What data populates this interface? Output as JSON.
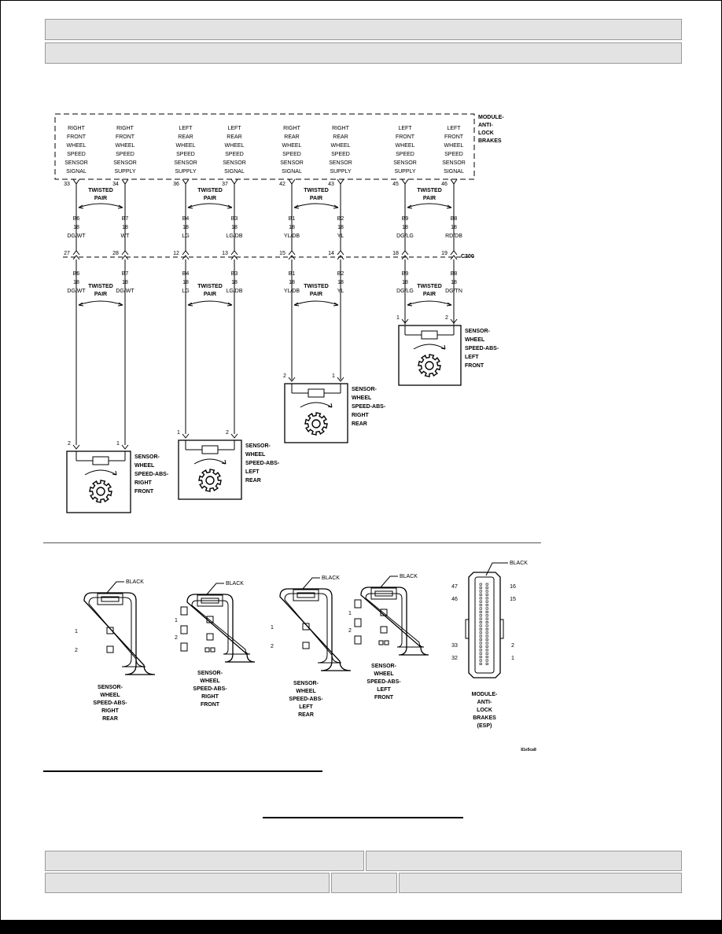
{
  "header": {
    "title": "",
    "subtitle": ""
  },
  "module": {
    "label": [
      "MODULE-",
      "ANTI-",
      "LOCK",
      "BRAKES"
    ],
    "circuits": [
      {
        "lines": [
          "RIGHT",
          "FRONT",
          "WHEEL",
          "SPEED",
          "SENSOR",
          "SIGNAL"
        ],
        "pin": "33"
      },
      {
        "lines": [
          "RIGHT",
          "FRONT",
          "WHEEL",
          "SPEED",
          "SENSOR",
          "SUPPLY"
        ],
        "pin": "34"
      },
      {
        "lines": [
          "LEFT",
          "REAR",
          "WHEEL",
          "SPEED",
          "SENSOR",
          "SUPPLY"
        ],
        "pin": "36"
      },
      {
        "lines": [
          "LEFT",
          "REAR",
          "WHEEL",
          "SPEED",
          "SENSOR",
          "SIGNAL"
        ],
        "pin": "37"
      },
      {
        "lines": [
          "RIGHT",
          "REAR",
          "WHEEL",
          "SPEED",
          "SENSOR",
          "SIGNAL"
        ],
        "pin": "42"
      },
      {
        "lines": [
          "RIGHT",
          "REAR",
          "WHEEL",
          "SPEED",
          "SENSOR",
          "SUPPLY"
        ],
        "pin": "43"
      },
      {
        "lines": [
          "LEFT",
          "FRONT",
          "WHEEL",
          "SPEED",
          "SENSOR",
          "SUPPLY"
        ],
        "pin": "45"
      },
      {
        "lines": [
          "LEFT",
          "FRONT",
          "WHEEL",
          "SPEED",
          "SENSOR",
          "SIGNAL"
        ],
        "pin": "46"
      }
    ]
  },
  "twisted_pair": [
    "TWISTED",
    "PAIR"
  ],
  "wires_upper": [
    {
      "code": "B6",
      "gauge": "18",
      "color": "DG/WT"
    },
    {
      "code": "B7",
      "gauge": "18",
      "color": "WT"
    },
    {
      "code": "B4",
      "gauge": "18",
      "color": "LG"
    },
    {
      "code": "B3",
      "gauge": "18",
      "color": "LG/DB"
    },
    {
      "code": "B1",
      "gauge": "18",
      "color": "YL/DB"
    },
    {
      "code": "B2",
      "gauge": "18",
      "color": "YL"
    },
    {
      "code": "B9",
      "gauge": "18",
      "color": "DG/LG"
    },
    {
      "code": "B8",
      "gauge": "18",
      "color": "RD/DB"
    }
  ],
  "c300": {
    "label": "C300",
    "pins": [
      "27",
      "28",
      "12",
      "13",
      "15",
      "14",
      "18",
      "19"
    ]
  },
  "wires_lower": [
    {
      "code": "B6",
      "gauge": "18",
      "color": "DG/WT"
    },
    {
      "code": "B7",
      "gauge": "18",
      "color": "DG/WT"
    },
    {
      "code": "B4",
      "gauge": "18",
      "color": "LG"
    },
    {
      "code": "B3",
      "gauge": "18",
      "color": "LG/DB"
    },
    {
      "code": "B1",
      "gauge": "18",
      "color": "YL/DB"
    },
    {
      "code": "B2",
      "gauge": "18",
      "color": "YL"
    },
    {
      "code": "B9",
      "gauge": "18",
      "color": "DG/LG"
    },
    {
      "code": "B8",
      "gauge": "18",
      "color": "DG/TN"
    }
  ],
  "sensors": [
    {
      "pins": [
        "2",
        "1"
      ],
      "label": [
        "SENSOR-",
        "WHEEL",
        "SPEED-ABS-",
        "RIGHT",
        "FRONT"
      ]
    },
    {
      "pins": [
        "1",
        "2"
      ],
      "label": [
        "SENSOR-",
        "WHEEL",
        "SPEED-ABS-",
        "LEFT",
        "REAR"
      ]
    },
    {
      "pins": [
        "2",
        "1"
      ],
      "label": [
        "SENSOR-",
        "WHEEL",
        "SPEED-ABS-",
        "RIGHT",
        "REAR"
      ]
    },
    {
      "pins": [
        "1",
        "2"
      ],
      "label": [
        "SENSOR-",
        "WHEEL",
        "SPEED-ABS-",
        "LEFT",
        "FRONT"
      ]
    }
  ],
  "connectors": [
    {
      "color": "BLACK",
      "pins": [
        "1",
        "2"
      ],
      "label": [
        "SENSOR-",
        "WHEEL",
        "SPEED-ABS-",
        "RIGHT",
        "REAR"
      ]
    },
    {
      "color": "BLACK",
      "pins": [
        "1",
        "2"
      ],
      "label": [
        "SENSOR-",
        "WHEEL",
        "SPEED-ABS-",
        "RIGHT",
        "FRONT"
      ]
    },
    {
      "color": "BLACK",
      "pins": [
        "1",
        "2"
      ],
      "label": [
        "SENSOR-",
        "WHEEL",
        "SPEED-ABS-",
        "LEFT",
        "REAR"
      ]
    },
    {
      "color": "BLACK",
      "pins": [
        "1",
        "2"
      ],
      "label": [
        "SENSOR-",
        "WHEEL",
        "SPEED-ABS-",
        "LEFT",
        "FRONT"
      ]
    },
    {
      "color": "BLACK",
      "pins": [
        "47",
        "46",
        "33",
        "32",
        "16",
        "15",
        "2",
        "1"
      ],
      "label": [
        "MODULE-",
        "ANTI-",
        "LOCK",
        "BRAKES",
        "(ESP)"
      ]
    }
  ],
  "figure_id": "81e5ca8",
  "footer": {
    "left_top": "",
    "right_top": "",
    "left_bottom": "",
    "mid_bottom": "",
    "right_bottom": ""
  }
}
